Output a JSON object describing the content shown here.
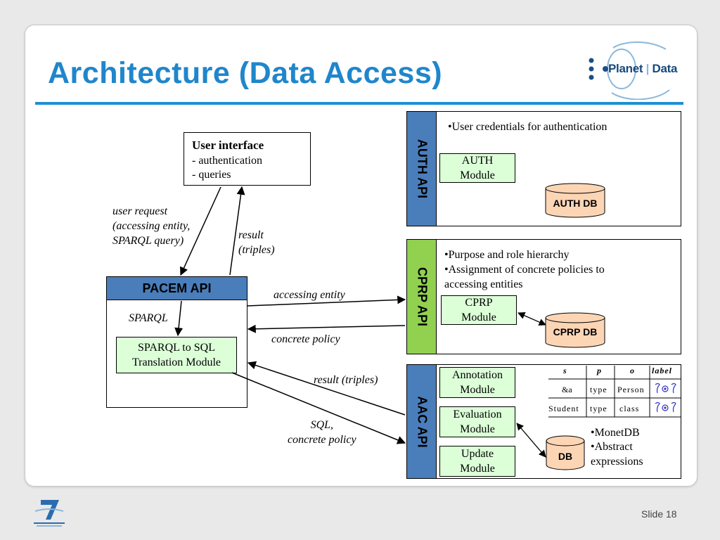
{
  "title": "Architecture (Data Access)",
  "logo": {
    "planet": "Planet",
    "data": "Data"
  },
  "user_interface": {
    "heading": "User interface",
    "lines": [
      "- authentication",
      "- queries"
    ]
  },
  "pacem": {
    "label": "PACEM API",
    "translation_module": [
      "SPARQL to SQL",
      "Translation Module"
    ]
  },
  "arrows": {
    "user_request": [
      "user request",
      "(accessing entity,",
      "SPARQL query)"
    ],
    "result": [
      "result",
      "(triples)"
    ],
    "sparql": "SPARQL",
    "accessing_entity": "accessing entity",
    "concrete_policy": "concrete policy",
    "result_triples": "result (triples)",
    "sql_policy": [
      "SQL,",
      "concrete policy"
    ]
  },
  "auth": {
    "side_label": "AUTH API",
    "bullet": "User credentials for authentication",
    "module": [
      "AUTH",
      "Module"
    ],
    "db": "AUTH DB"
  },
  "cprp": {
    "side_label": "CPRP API",
    "bullets": [
      "Purpose and role hierarchy",
      "Assignment of concrete policies to"
    ],
    "bullet_cont": "accessing entities",
    "module": [
      "CPRP",
      "Module"
    ],
    "db": "CPRP DB"
  },
  "aac": {
    "side_label": "AAC API",
    "modules": {
      "annotation": [
        "Annotation",
        "Module"
      ],
      "evaluation": [
        "Evaluation",
        "Module"
      ],
      "update": [
        "Update",
        "Module"
      ]
    },
    "db": "DB",
    "bullets": [
      "MonetDB",
      "Abstract"
    ],
    "bullet_cont": "expressions",
    "table": {
      "headers": [
        "s",
        "p",
        "o",
        "label"
      ],
      "rows": [
        [
          "&a",
          "type",
          "Person"
        ],
        [
          "Student",
          "type",
          "class"
        ]
      ]
    }
  },
  "footer": {
    "slide": "Slide 18"
  },
  "colors": {
    "title": "#1f86cc",
    "blue_api": "#4a7ebb",
    "green_api": "#92d050",
    "db_fill": "#fcd5b5",
    "module_fill": "#dcffd8"
  }
}
